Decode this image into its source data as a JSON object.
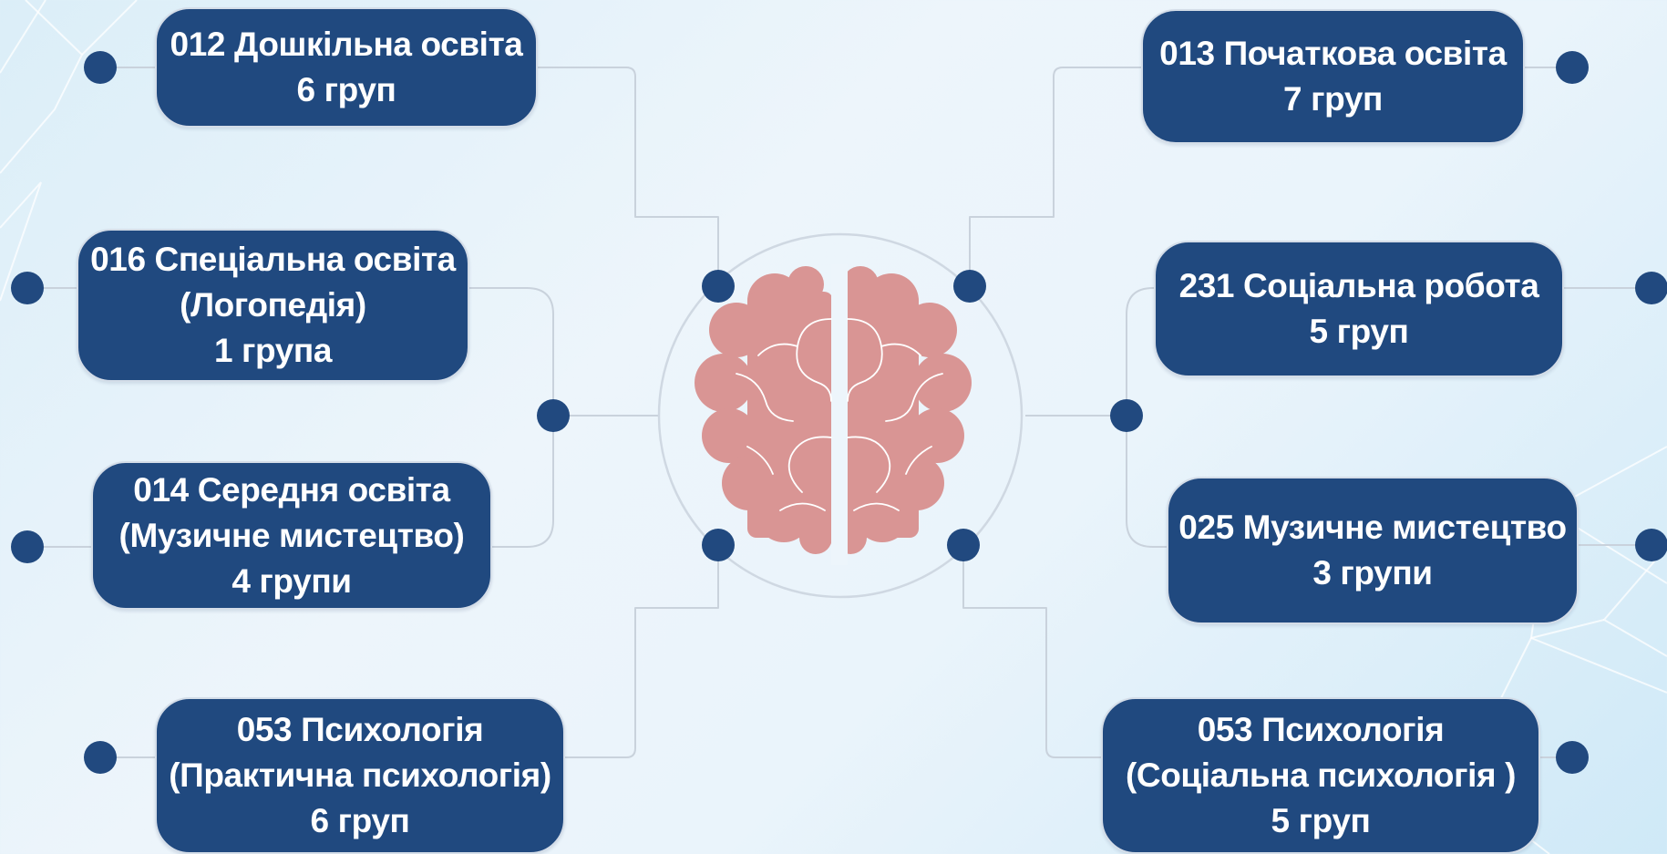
{
  "colors": {
    "box_fill": "#20497f",
    "box_text": "#ffffff",
    "dot": "#21497f",
    "brain": "#d99594",
    "connector": "#c9d2dc"
  },
  "center": {
    "icon": "brain-icon"
  },
  "boxes": [
    {
      "code": "012 Дошкільна освіта",
      "groups": "6 груп"
    },
    {
      "code": "013 Початкова освіта",
      "groups": "7 груп"
    },
    {
      "code": "016 Спеціальна освіта",
      "specialization": "(Логопедія)",
      "groups": "1 група"
    },
    {
      "code": "231 Соціальна робота",
      "groups": "5 груп"
    },
    {
      "code": "014 Середня освіта",
      "specialization": "(Музичне мистецтво)",
      "groups": "4 групи"
    },
    {
      "code": "025 Музичне мистецтво",
      "groups": "3 групи"
    },
    {
      "code": "053 Психологія",
      "specialization": "(Практична психологія)",
      "groups": "6 груп"
    },
    {
      "code": "053 Психологія",
      "specialization": "(Соціальна психологія )",
      "groups": "5 груп"
    }
  ]
}
